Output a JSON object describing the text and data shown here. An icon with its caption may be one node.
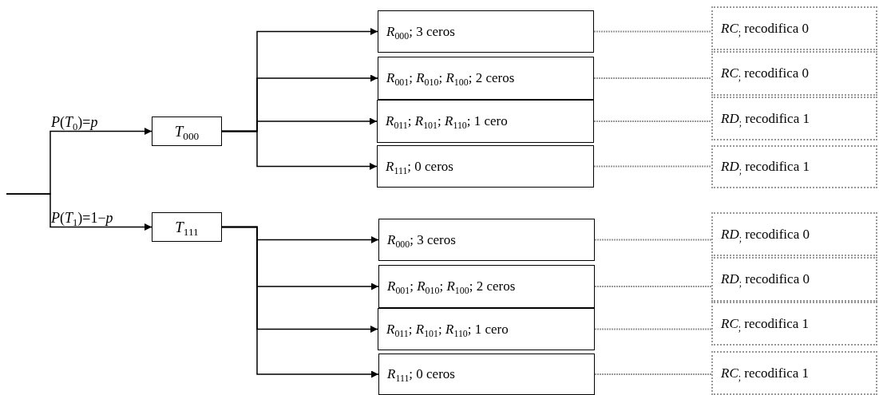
{
  "diagram": {
    "nodes": [
      {
        "text": [
          "*T*$_{000}$"
        ]
      },
      {
        "text": [
          "*R*$_{000}$; 3 ceros"
        ]
      },
      {
        "text": [
          "*R*$_{001}$; *R*$_{010}$; *R*$_{100}$; 2 ceros"
        ]
      },
      {
        "text": [
          "*R*$_{011}$; *R*$_{101}$; *R*$_{110}$; 1 cero"
        ]
      },
      {
        "text": [
          "*R*$_{111}$; 0 ceros"
        ]
      },
      {
        "text": [
          "*RC*$_{;}$ recodifica 0"
        ]
      },
      {
        "text": [
          "*RC*$_{;}$ recodifica 0"
        ]
      },
      {
        "text": [
          "*RD*$_{;}$ recodifica 1"
        ]
      },
      {
        "text": [
          "*RD*$_{;}$ recodifica 1"
        ]
      },
      {
        "text": [
          "*T*$_{111}$"
        ]
      },
      {
        "text": [
          "*R*$_{000}$; 3 ceros"
        ]
      },
      {
        "text": [
          "*R*$_{001}$; *R*$_{010}$; *R*$_{100}$; 2 ceros"
        ]
      },
      {
        "text": [
          "*R*$_{011}$; *R*$_{101}$; *R*$_{110}$; 1 cero"
        ]
      },
      {
        "text": [
          "*R*$_{111}$; 0 ceros"
        ]
      },
      {
        "text": [
          "*RD*$_{;}$ recodifica 0"
        ]
      },
      {
        "text": [
          "*RD*$_{;}$ recodifica 0"
        ]
      },
      {
        "text": [
          "*RC*$_{;}$ recodifica 1"
        ]
      },
      {
        "text": [
          "*RC*$_{;}$ recodifica 1"
        ]
      }
    ],
    "edges": [
      {
        "from": null,
        "to": 0,
        "arrow": "to",
        "label": "*P*(*T*$_{0}$)=*p*"
      },
      {
        "from": null,
        "to": 9,
        "arrow": "to",
        "label": "*P*(*T*$_{1}$)=1−*p*"
      },
      {
        "from": 0,
        "to": 1,
        "arrow": "to"
      },
      {
        "from": 0,
        "to": 2,
        "arrow": "to"
      },
      {
        "from": 0,
        "to": 3,
        "arrow": "to"
      },
      {
        "from": 0,
        "to": 4,
        "arrow": "to"
      },
      {
        "from": 9,
        "to": 10,
        "arrow": "to"
      },
      {
        "from": 9,
        "to": 11,
        "arrow": "to"
      },
      {
        "from": 9,
        "to": 12,
        "arrow": "to"
      },
      {
        "from": 9,
        "to": 13,
        "arrow": "to"
      },
      {
        "from": 1,
        "to": 5,
        "arrow": "none",
        "style": "dashed",
        "color": "#999999"
      },
      {
        "from": 2,
        "to": 6,
        "arrow": "none",
        "style": "dashed",
        "color": "#999999"
      },
      {
        "from": 3,
        "to": 7,
        "arrow": "none",
        "style": "dashed",
        "color": "#999999"
      },
      {
        "from": 4,
        "to": 8,
        "arrow": "none",
        "style": "dashed",
        "color": "#999999"
      },
      {
        "from": 10,
        "to": 14,
        "arrow": "none",
        "style": "dashed",
        "color": "#999999"
      },
      {
        "from": 11,
        "to": 15,
        "arrow": "none",
        "style": "dashed",
        "color": "#999999"
      },
      {
        "from": 12,
        "to": 16,
        "arrow": "none",
        "style": "dashed",
        "color": "#999999"
      },
      {
        "from": 13,
        "to": 17,
        "arrow": "none",
        "style": "dashed",
        "color": "#999999"
      }
    ]
  }
}
